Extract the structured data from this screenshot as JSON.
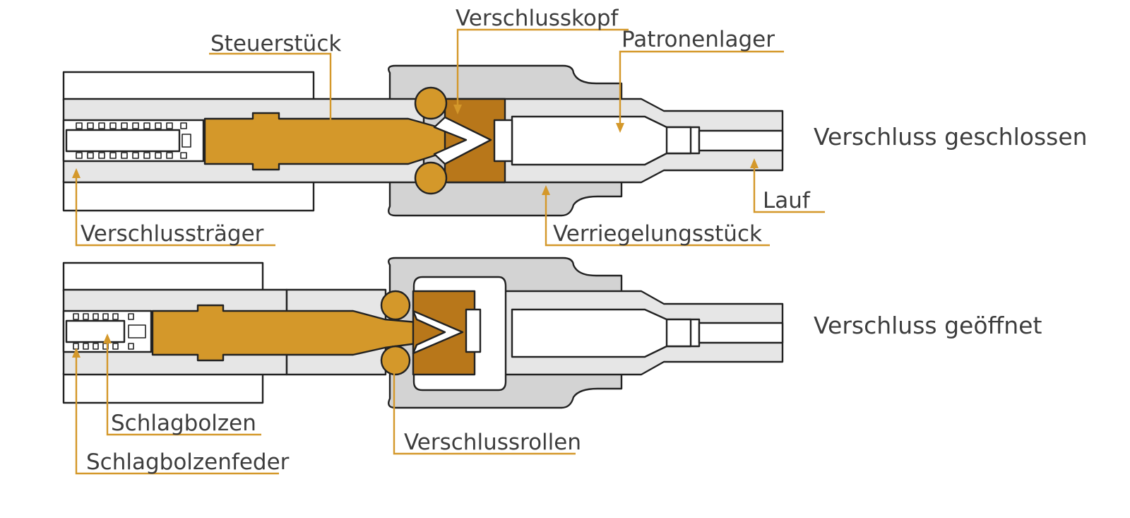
{
  "labels": {
    "steuerstueck": "Steuerstück",
    "verschlusskopf": "Verschlusskopf",
    "patronenlager": "Patronenlager",
    "lauf": "Lauf",
    "verriegelungsstueck": "Verriegelungsstück",
    "verschlusstraeger": "Verschlussträger",
    "schlagbolzen": "Schlagbolzen",
    "schlagbolzenfeder": "Schlagbolzenfeder",
    "verschlussrollen": "Verschlussrollen"
  },
  "states": {
    "closed": "Verschluss geschlossen",
    "open": "Verschluss geöffnet"
  },
  "colors": {
    "accent": "#d4982a",
    "accent_dark": "#b8771a",
    "metal": "#d3d3d3",
    "metal_light": "#e6e6e6",
    "outline": "#222222",
    "text": "#3d3d3d"
  }
}
